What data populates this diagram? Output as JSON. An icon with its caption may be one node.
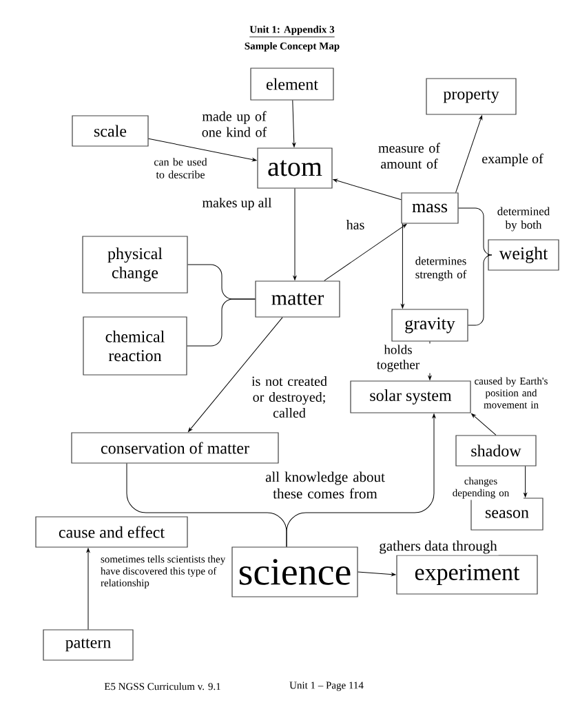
{
  "diagram": {
    "title": "Unit 1: Appendix 3",
    "caption": "Sample Concept Map",
    "nodes": [
      {
        "text": [
          "element"
        ]
      },
      {
        "text": [
          "property"
        ]
      },
      {
        "text": [
          "scale"
        ]
      },
      {
        "text": [
          "atom"
        ]
      },
      {
        "text": [
          "mass"
        ]
      },
      {
        "text": [
          "physical change"
        ]
      },
      {
        "text": [
          "weight"
        ]
      },
      {
        "text": [
          "matter"
        ]
      },
      {
        "text": [
          "gravity"
        ]
      },
      {
        "text": [
          "chemical reaction"
        ]
      },
      {
        "text": [
          "solar system"
        ]
      },
      {
        "text": [
          "conservation of matter"
        ]
      },
      {
        "text": [
          "shadow"
        ]
      },
      {
        "text": [
          "season"
        ]
      },
      {
        "text": [
          "cause and effect"
        ]
      },
      {
        "text": [
          "science"
        ]
      },
      {
        "text": [
          "experiment"
        ]
      },
      {
        "text": [
          "pattern"
        ]
      }
    ],
    "edges": [
      {
        "from": 0,
        "to": 3,
        "arrow": "to",
        "label": "made up of one kind of"
      },
      {
        "from": 2,
        "to": 3,
        "arrow": "to",
        "label": "can be used to describe"
      },
      {
        "from": 4,
        "to": 3,
        "arrow": "to",
        "label": "measure of amount of"
      },
      {
        "from": 4,
        "to": 1,
        "arrow": "to",
        "label": "example of"
      },
      {
        "from": 3,
        "to": 7,
        "arrow": "to",
        "label": "makes up all"
      },
      {
        "from": 7,
        "to": 4,
        "arrow": "to",
        "label": "has"
      },
      {
        "from": 4,
        "to": 8,
        "arrow": "to",
        "label": "determines strength of"
      },
      {
        "from": 4,
        "to": 6,
        "arrow": "none",
        "label": "determined by both"
      },
      {
        "from": 8,
        "to": 6,
        "arrow": "none"
      },
      {
        "from": 5,
        "to": 7,
        "arrow": "none"
      },
      {
        "from": 9,
        "to": 7,
        "arrow": "none"
      },
      {
        "from": 8,
        "to": 10,
        "arrow": "to",
        "label": "holds together"
      },
      {
        "from": 12,
        "to": 10,
        "arrow": "to",
        "label": "caused by Earth's position and movement in"
      },
      {
        "from": 12,
        "to": 13,
        "arrow": "to",
        "label": "changes depending on"
      },
      {
        "from": 7,
        "to": 11,
        "arrow": "to",
        "label": "is not created or destroyed; called"
      },
      {
        "from": 15,
        "to": 11,
        "arrow": "none",
        "label": "all knowledge about these comes from"
      },
      {
        "from": 15,
        "to": 10,
        "arrow": "to"
      },
      {
        "from": 15,
        "to": 16,
        "arrow": "to",
        "label": "gathers data through"
      },
      {
        "from": 17,
        "to": 14,
        "arrow": "to",
        "label": "sometimes tells scientists they have discovered this type of relationship"
      }
    ],
    "labels": [
      "E5 NGSS Curriculum v. 9.1",
      "Unit 1 – Page 114"
    ]
  }
}
